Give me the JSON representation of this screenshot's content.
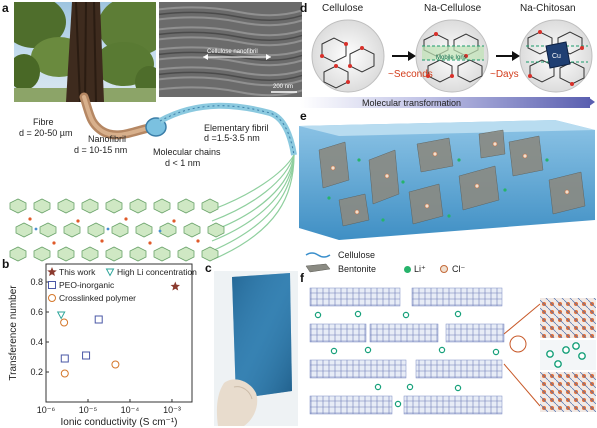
{
  "panel_a": {
    "label": "a",
    "sem_caption": "Cellulose nanofibril",
    "scalebar": "200 nm",
    "fibre": {
      "name": "Fibre",
      "size": "d = 20-50 µm"
    },
    "nanofibril": {
      "name": "Nanofibril",
      "size": "d = 10-15 nm"
    },
    "elementary": {
      "name": "Elementary fibril",
      "size": "d =1.5-3.5 nm"
    },
    "molecular": {
      "name": "Molecular chains",
      "size": "d < 1 nm"
    }
  },
  "panel_b": {
    "label": "b"
  },
  "panel_c": {
    "label": "c"
  },
  "panel_d": {
    "label": "d",
    "titles": [
      "Cellulose",
      "Na-Cellulose",
      "Na-Chitosan"
    ],
    "arrow1": "~Seconds",
    "arrow2": "~Days",
    "mobile_ions": "Mobile Ions",
    "cu": "Cu",
    "bar": "Molecular transformation"
  },
  "panel_e": {
    "label": "e",
    "legend_cellulose": "Cellulose",
    "legend_bentonite": "Bentonite",
    "legend_li": "Li⁺",
    "legend_cl": "Cl⁻"
  },
  "panel_f": {
    "label": "f"
  },
  "chart_data": {
    "type": "scatter",
    "xlabel": "Ionic conductivity (S cm⁻¹)",
    "ylabel": "Transference number",
    "xscale": "log",
    "xlim": [
      1e-06,
      0.003
    ],
    "ylim": [
      0.0,
      0.92
    ],
    "xticks": [
      1e-06,
      1e-05,
      0.0001,
      0.001
    ],
    "xtick_labels": [
      "10⁻⁶",
      "10⁻⁵",
      "10⁻⁴",
      "10⁻³"
    ],
    "yticks": [
      0.2,
      0.4,
      0.6,
      0.8
    ],
    "ytick_labels": [
      "0.2",
      "0.4",
      "0.6",
      "0.8"
    ],
    "legend_position": "top",
    "series": [
      {
        "name": "This work",
        "marker": "star",
        "color": "#8b3a2e",
        "points": [
          [
            0.0012,
            0.77
          ]
        ]
      },
      {
        "name": "High Li concentration",
        "marker": "triangle-down",
        "color": "#2ea59a",
        "points": [
          [
            2.3e-06,
            0.58
          ]
        ]
      },
      {
        "name": "PEO-inorganic",
        "marker": "square",
        "color": "#4a57a6",
        "points": [
          [
            2.8e-06,
            0.29
          ],
          [
            9e-06,
            0.31
          ],
          [
            1.8e-05,
            0.55
          ]
        ]
      },
      {
        "name": "Crosslinked polymer",
        "marker": "circle",
        "color": "#d4772b",
        "points": [
          [
            2.7e-06,
            0.53
          ],
          [
            2.8e-06,
            0.19
          ],
          [
            4.5e-05,
            0.25
          ]
        ]
      }
    ]
  }
}
